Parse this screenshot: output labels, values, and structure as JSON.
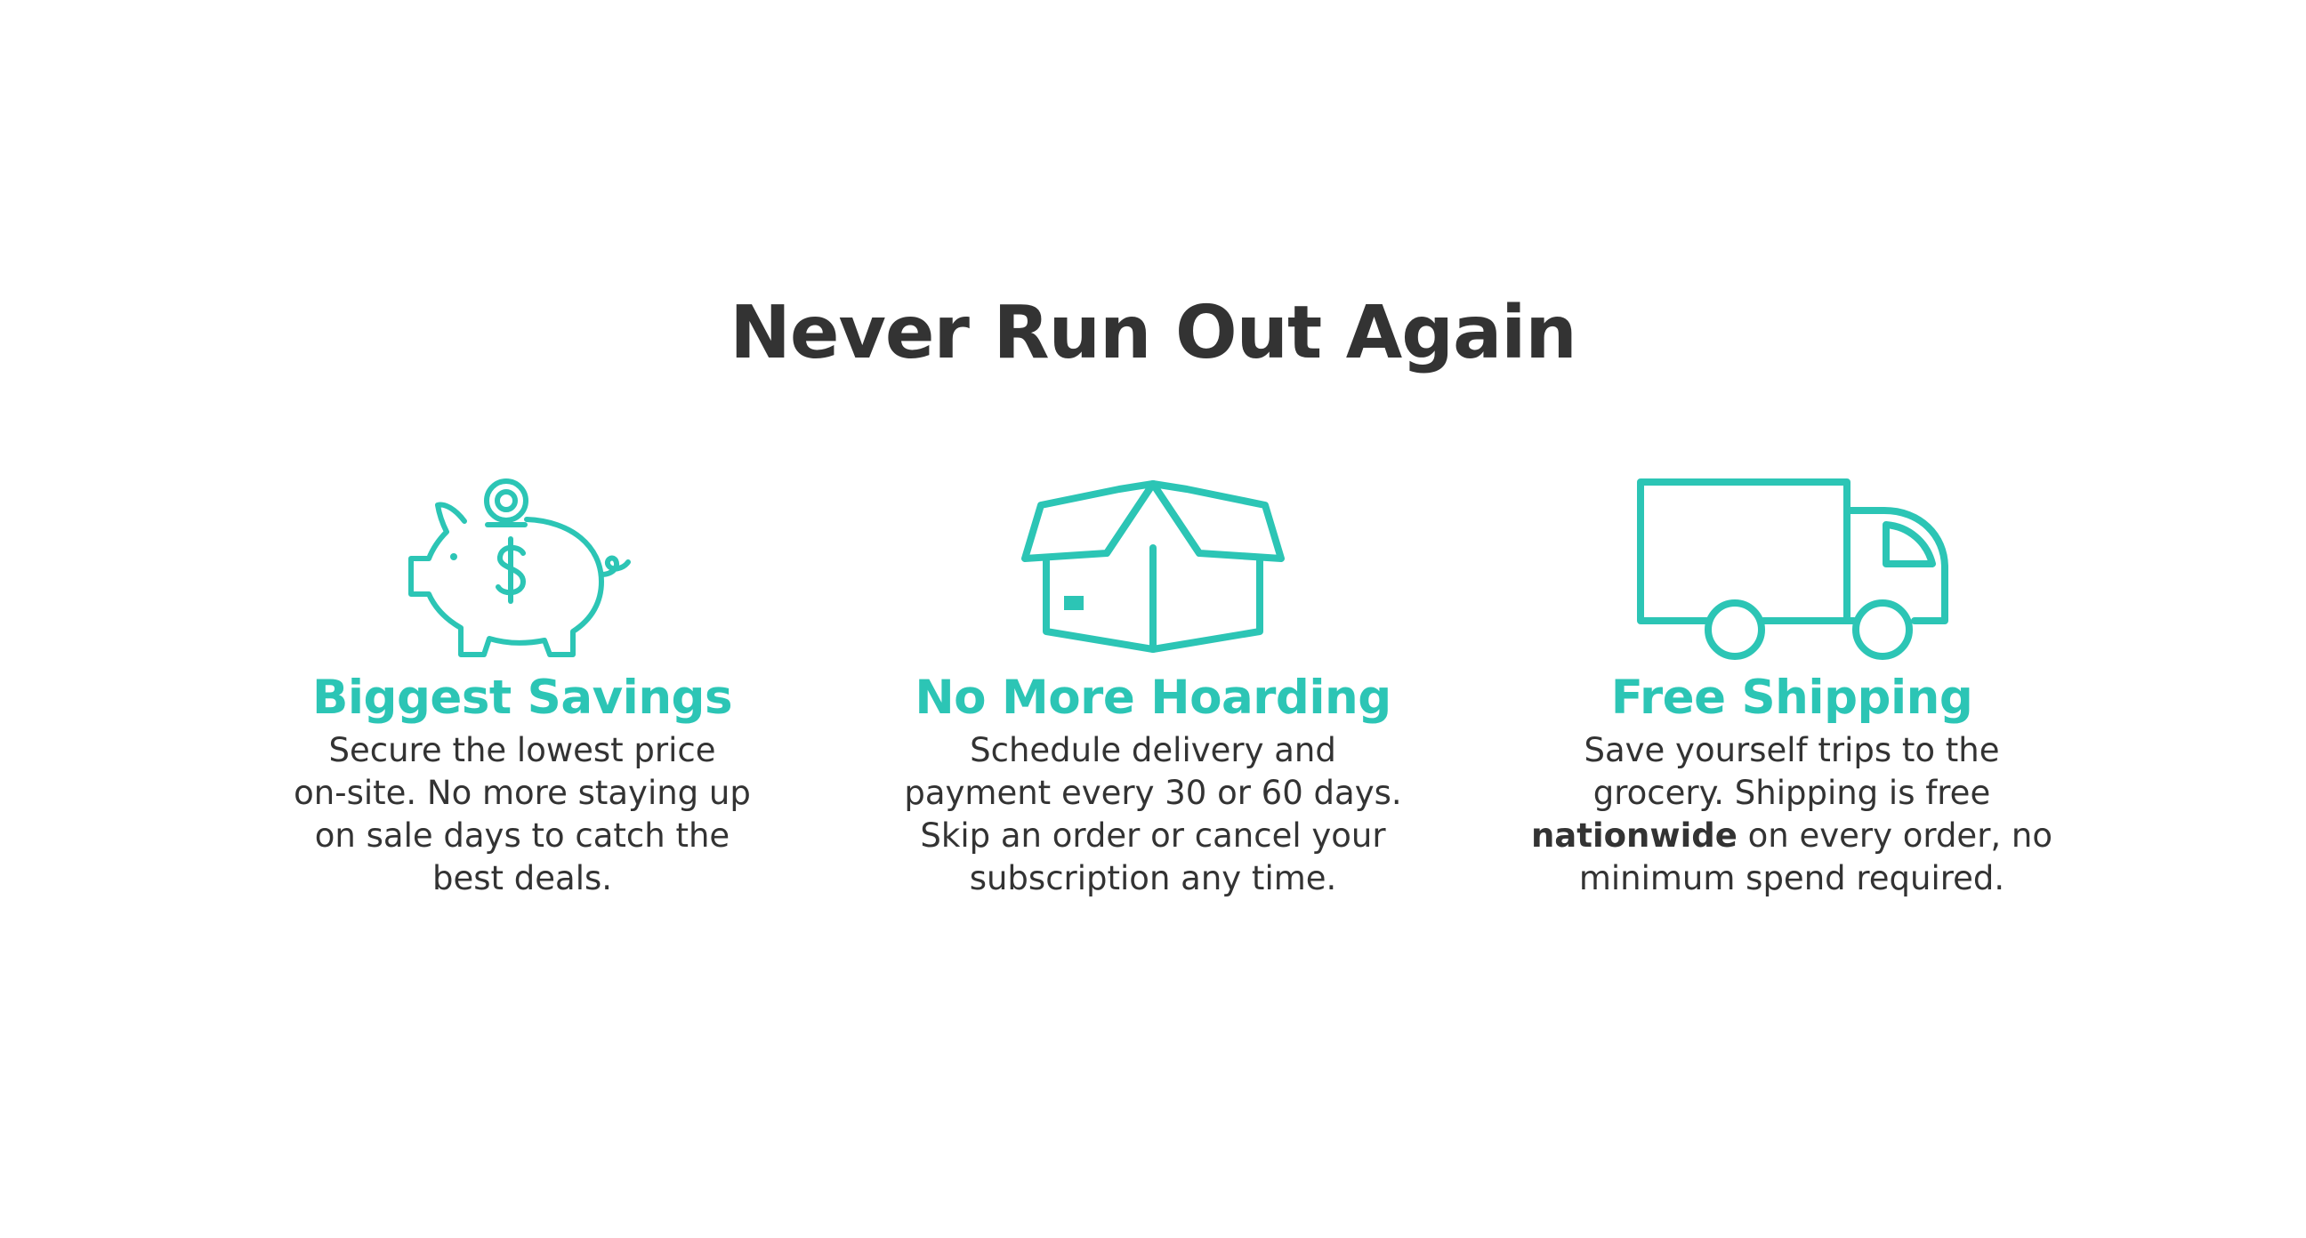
{
  "page": {
    "title": "Never Run Out Again"
  },
  "colors": {
    "accent": "#2cc5b5",
    "text": "#333333",
    "background": "#ffffff"
  },
  "features": [
    {
      "icon": "piggy-bank-icon",
      "title": "Biggest Savings",
      "lines": [
        "Secure the lowest price",
        "on-site. No more staying up",
        "on sale days to catch the",
        "best deals."
      ]
    },
    {
      "icon": "open-box-icon",
      "title": "No More Hoarding",
      "lines": [
        "Schedule delivery and",
        "payment every 30 or 60 days.",
        "Skip an order or cancel your",
        "subscription any time."
      ]
    },
    {
      "icon": "delivery-truck-icon",
      "title": "Free Shipping",
      "lines": [
        "Save yourself trips to the",
        "grocery. Shipping is free",
        "nationwide",
        " on every order, no",
        "minimum spend required."
      ]
    }
  ]
}
